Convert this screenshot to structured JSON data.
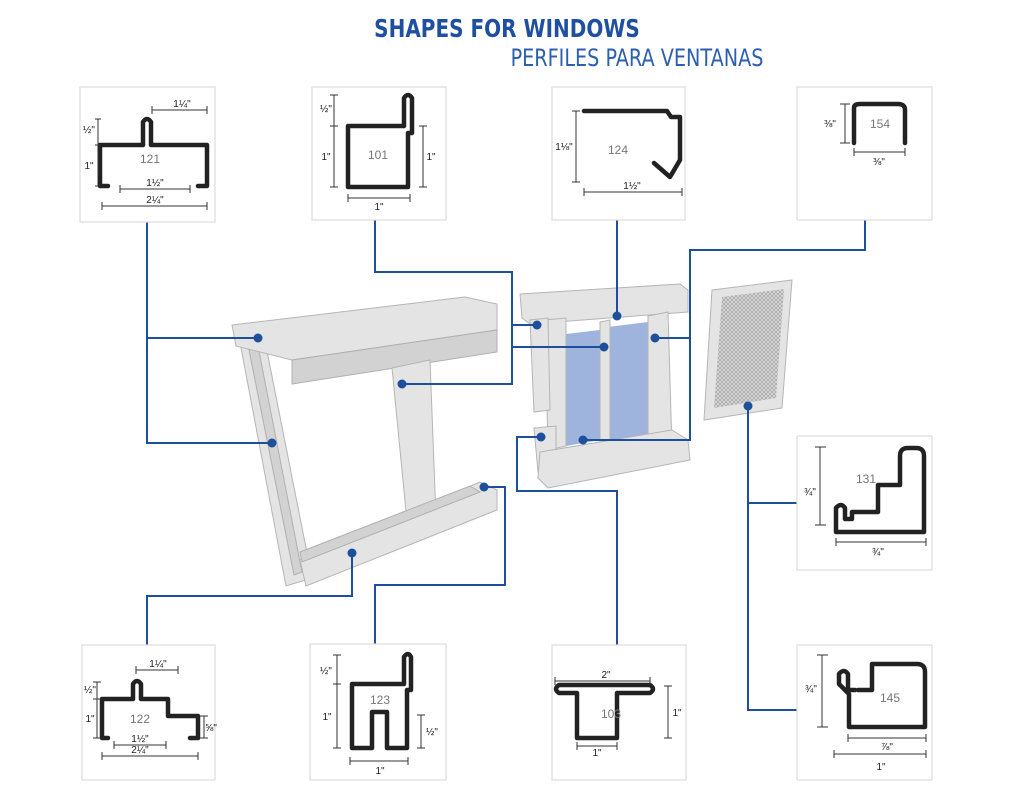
{
  "title": "SHAPES FOR WINDOWS",
  "subtitle": "PERFILES PARA VENTANAS",
  "colors": {
    "accent": "#1d4f9c",
    "title": "#1f4fa0",
    "glass": "#93acd9"
  },
  "profiles": {
    "p121": {
      "code": "121",
      "dims": [
        "½\"",
        "1\"",
        "1¼\"",
        "1½\"",
        "2¼\""
      ]
    },
    "p101": {
      "code": "101",
      "dims": [
        "½\"",
        "1\"",
        "1\"",
        "1\""
      ]
    },
    "p124": {
      "code": "124",
      "dims": [
        "1⅛\"",
        "1½\""
      ]
    },
    "p154": {
      "code": "154",
      "dims": [
        "⅜\"",
        "⅜\""
      ]
    },
    "p131": {
      "code": "131",
      "dims": [
        "¾\"",
        "¾\""
      ]
    },
    "p145": {
      "code": "145",
      "dims": [
        "¾\"",
        "⅞\"",
        "1\""
      ]
    },
    "p122": {
      "code": "122",
      "dims": [
        "½\"",
        "1\"",
        "1¼\"",
        "⅝\"",
        "1½\"",
        "2¼\""
      ]
    },
    "p123": {
      "code": "123",
      "dims": [
        "½\"",
        "1\"",
        "½\"",
        "1\""
      ]
    },
    "p103": {
      "code": "103",
      "dims": [
        "2\"",
        "1\"",
        "1\""
      ]
    }
  }
}
